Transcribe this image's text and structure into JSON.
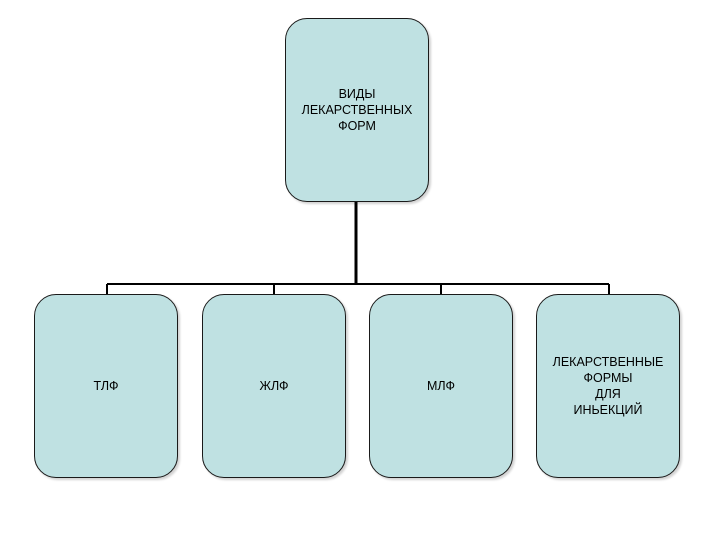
{
  "diagram": {
    "root": {
      "label": "ВИДЫ\nЛЕКАРСТВЕННЫХ\nФОРМ"
    },
    "children": [
      {
        "label": "ТЛФ"
      },
      {
        "label": "ЖЛФ"
      },
      {
        "label": "МЛФ"
      },
      {
        "label": "ЛЕКАРСТВЕННЫЕ\nФОРМЫ\nДЛЯ\nИНЬЕКЦИЙ"
      }
    ]
  },
  "colors": {
    "node_fill": "#bfe1e2",
    "node_border": "#1a1a1a",
    "connector": "#000000"
  }
}
